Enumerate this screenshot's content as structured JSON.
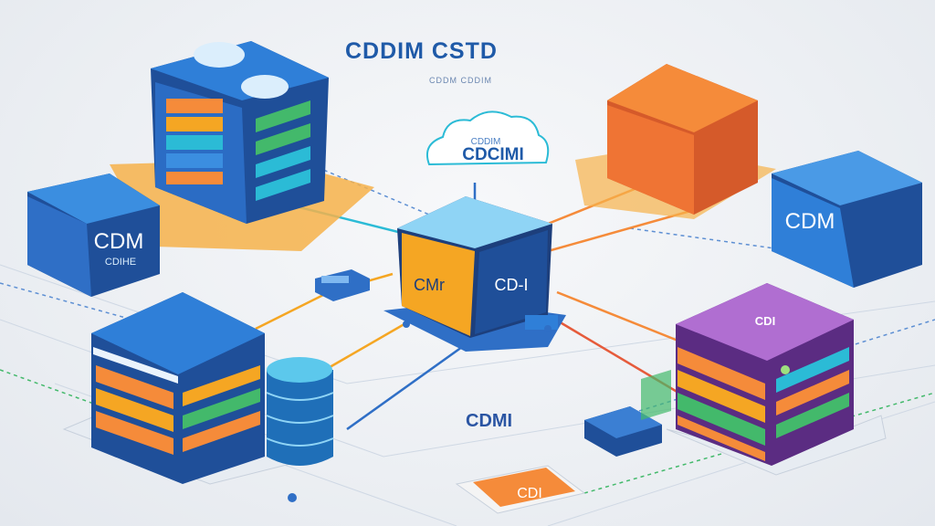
{
  "header": {
    "title": "CDDIM CSTD",
    "subtitle": "CDDM CDDIM",
    "title_color": "#1f5aa8"
  },
  "cloud": {
    "label": "CDCIMI",
    "top_text": "CDDIM"
  },
  "center_cube": {
    "left_label": "CMr",
    "right_label": "CD-I"
  },
  "left_cube": {
    "label": "CDM",
    "sub_label": "CDIHE"
  },
  "right_cube": {
    "label": "CDM"
  },
  "bottom_label": "CDMI",
  "purple_badge": "CDI",
  "orange_tag": "CDI",
  "colors": {
    "blue": "#2f6fc6",
    "dark_blue": "#1f4f99",
    "orange": "#f58b3a",
    "purple": "#9b4cc0",
    "teal": "#2bbbd6",
    "green": "#43b96b"
  }
}
